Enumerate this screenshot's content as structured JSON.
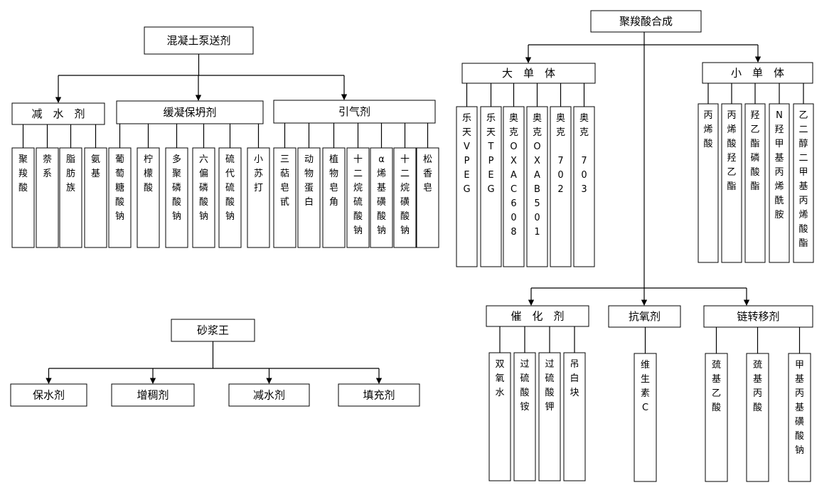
{
  "trees": [
    {
      "root": {
        "label": "混凝土泵送剂"
      },
      "groups": [
        {
          "label": "减　水　剂",
          "children": [
            "聚羧酸",
            "萘系",
            "脂肪族",
            "氨基"
          ]
        },
        {
          "label": "缓凝保坍剂",
          "children": [
            "葡萄糖酸钠",
            "柠檬酸",
            "多聚磷酸钠",
            "六偏磷酸钠",
            "硫代硫酸钠",
            "小苏打"
          ]
        },
        {
          "label": "引气剂",
          "children": [
            "三萜皂甙",
            "动物蛋白",
            "植物皂角",
            "十二烷硫酸钠",
            "α烯基磺酸钠",
            "十二烷磺酸钠",
            "松香皂"
          ]
        }
      ]
    },
    {
      "root": {
        "label": "砂浆王"
      },
      "children": [
        "保水剂",
        "增稠剂",
        "减水剂",
        "填充剂"
      ]
    },
    {
      "root": {
        "label": "聚羧酸合成"
      },
      "groups": [
        {
          "label": "大　单　体",
          "children": [
            "乐天VPEG",
            "乐天TPEG",
            "奥克OXAC608",
            "奥克OXAB501",
            "奥克　702",
            "奥克　703"
          ]
        },
        {
          "label": "小　单　体",
          "children": [
            "丙烯酸",
            "丙烯酸羟乙酯",
            "羟乙酯磷酸酯",
            "N羟甲基丙烯酰胺",
            "乙二醇二甲基丙烯酸酯"
          ]
        },
        {
          "label": "催　化　剂",
          "children": [
            "双氧水",
            "过硫酸铵",
            "过硫酸钾",
            "吊白块"
          ]
        },
        {
          "label": "抗氧剂",
          "children": [
            "维生素C"
          ]
        },
        {
          "label": "链转移剂",
          "children": [
            "巯基乙酸",
            "巯基丙酸",
            "甲基丙基磺酸钠"
          ]
        }
      ]
    }
  ]
}
